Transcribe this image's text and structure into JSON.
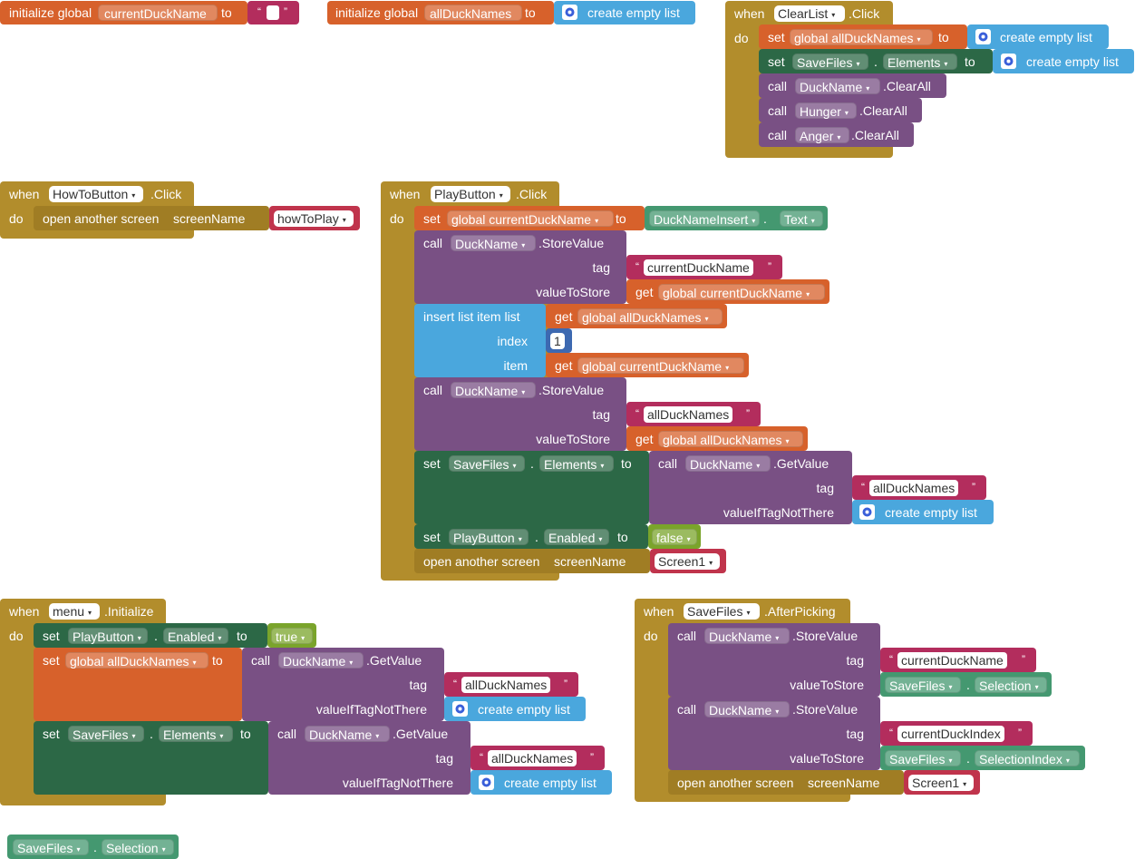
{
  "colors": {
    "control": "#b28d2c",
    "variables": "#d7612b",
    "lists": "#4aa7dd",
    "component_method": "#795084",
    "component_setter": "#2c6846",
    "component_getter": "#449870",
    "logic": "#7aa42b",
    "text": "#b32d5d",
    "math": "#3d69b1"
  },
  "common": {
    "when": "when",
    "do": "do",
    "set": "set",
    "to": "to",
    "call": "call",
    "get": "get",
    "dot": ".",
    "tag": "tag",
    "valueToStore": "valueToStore",
    "valueIfTagNotThere": "valueIfTagNotThere",
    "create_empty_list": "create empty list",
    "open_another_screen": "open another screen",
    "screenName": "screenName",
    "initialize_global": "initialize global",
    "open_quote": "“",
    "close_quote": "”",
    "gear_icon": "gear-icon"
  },
  "globals": {
    "currentDuckName": {
      "name": "currentDuckName",
      "value": ""
    },
    "allDuckNames": {
      "name": "allDuckNames"
    }
  },
  "clearlist": {
    "component": "ClearList",
    "event": ".Click",
    "set_var": "global allDuckNames",
    "savefiles": "SaveFiles",
    "elements": "Elements",
    "calls": [
      {
        "component": "DuckName",
        "method": ".ClearAll"
      },
      {
        "component": "Hunger",
        "method": ".ClearAll"
      },
      {
        "component": "Anger",
        "method": ".ClearAll"
      }
    ]
  },
  "howto": {
    "component": "HowToButton",
    "event": ".Click",
    "screen": "howToPlay"
  },
  "play": {
    "component": "PlayButton",
    "event": ".Click",
    "set_var": "global currentDuckName",
    "src_component": "DuckNameInsert",
    "src_prop": "Text",
    "store1": {
      "component": "DuckName",
      "method": ".StoreValue",
      "tag": "currentDuckName",
      "value_var": "global currentDuckName"
    },
    "insert": {
      "label": "insert list item  list",
      "list_var": "global allDuckNames",
      "index_label": "index",
      "index": "1",
      "item_label": "item",
      "item_var": "global currentDuckName"
    },
    "store2": {
      "component": "DuckName",
      "method": ".StoreValue",
      "tag": "allDuckNames",
      "value_var": "global allDuckNames"
    },
    "set_sf": {
      "component": "SaveFiles",
      "prop": "Elements",
      "call_component": "DuckName",
      "method": ".GetValue",
      "tag": "allDuckNames"
    },
    "set_enabled": {
      "component": "PlayButton",
      "prop": "Enabled",
      "value": "false"
    },
    "screen": "Screen1"
  },
  "menu": {
    "component": "menu",
    "event": ".Initialize",
    "set_enabled": {
      "component": "PlayButton",
      "prop": "Enabled",
      "value": "true"
    },
    "set_var": {
      "var": "global allDuckNames",
      "call_component": "DuckName",
      "method": ".GetValue",
      "tag": "allDuckNames"
    },
    "set_sf": {
      "component": "SaveFiles",
      "prop": "Elements",
      "call_component": "DuckName",
      "method": ".GetValue",
      "tag": "allDuckNames"
    }
  },
  "afterpick": {
    "component": "SaveFiles",
    "event": ".AfterPicking",
    "store1": {
      "component": "DuckName",
      "method": ".StoreValue",
      "tag": "currentDuckName",
      "src_component": "SaveFiles",
      "src_prop": "Selection"
    },
    "store2": {
      "component": "DuckName",
      "method": ".StoreValue",
      "tag": "currentDuckIndex",
      "src_component": "SaveFiles",
      "src_prop": "SelectionIndex"
    },
    "screen": "Screen1"
  },
  "loose": {
    "component": "SaveFiles",
    "prop": "Selection"
  }
}
